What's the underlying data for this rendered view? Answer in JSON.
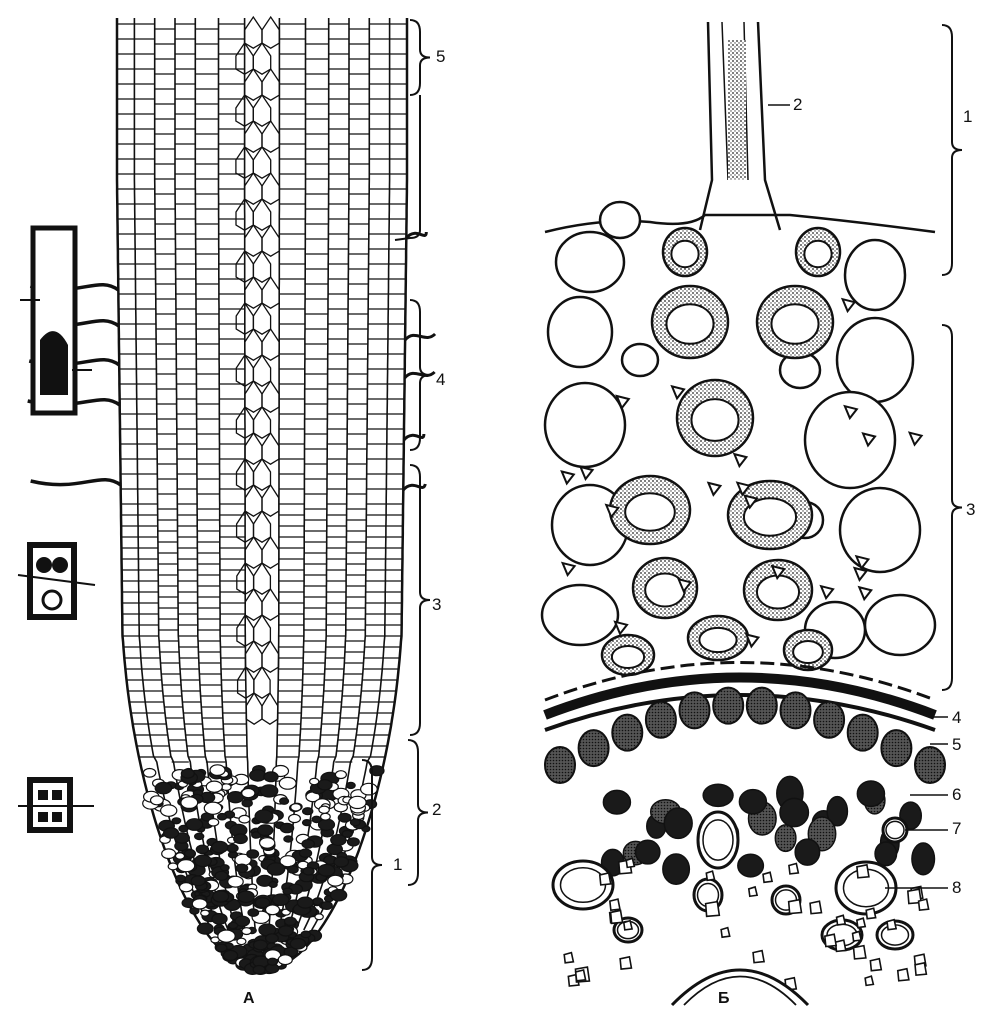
{
  "panels": [
    {
      "caption": "А",
      "zone_labels": [
        "5",
        "4",
        "3",
        "2",
        "1"
      ]
    },
    {
      "caption": "Б",
      "zone_labels": [
        "1",
        "2",
        "3",
        "4",
        "5",
        "6",
        "7",
        "8"
      ]
    }
  ]
}
